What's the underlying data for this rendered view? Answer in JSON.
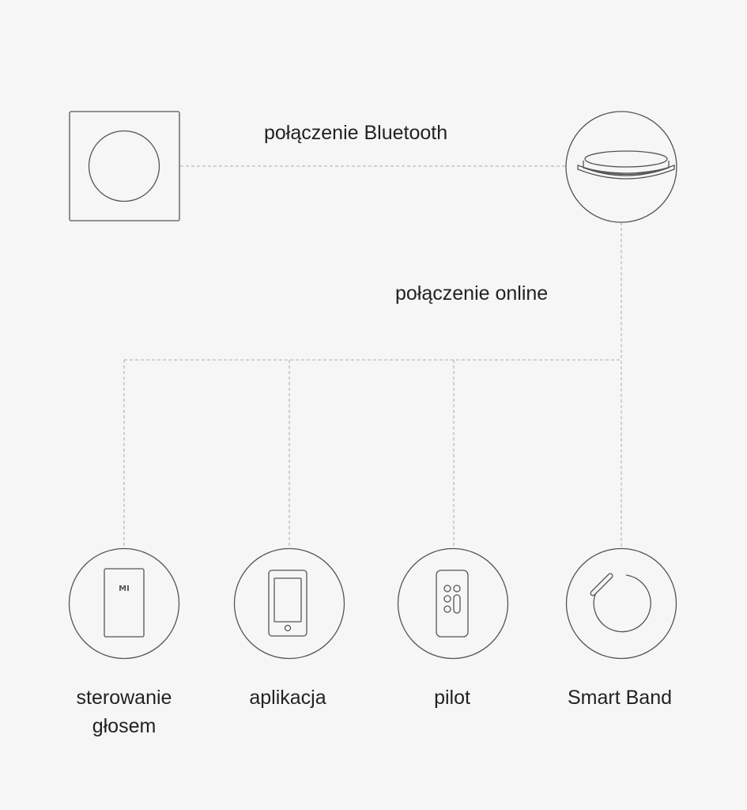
{
  "connections": {
    "bluetooth_label": "połączenie Bluetooth",
    "online_label": "połączenie online"
  },
  "hub_devices": {
    "wall_switch": {
      "icon": "wall-switch-icon"
    },
    "ceiling_lamp": {
      "icon": "ceiling-lamp-icon"
    }
  },
  "controllers": [
    {
      "icon": "voice-speaker-icon",
      "label_lines": [
        "sterowanie",
        "głosem"
      ],
      "device_text": "MI"
    },
    {
      "icon": "smartphone-icon",
      "label_lines": [
        "aplikacja"
      ]
    },
    {
      "icon": "remote-control-icon",
      "label_lines": [
        "pilot"
      ]
    },
    {
      "icon": "smart-band-icon",
      "label_lines": [
        "Smart Band"
      ]
    }
  ],
  "colors": {
    "background": "#f6f6f6",
    "stroke": "#555555",
    "dashed_line": "#bbbbbb",
    "text": "#222222"
  }
}
